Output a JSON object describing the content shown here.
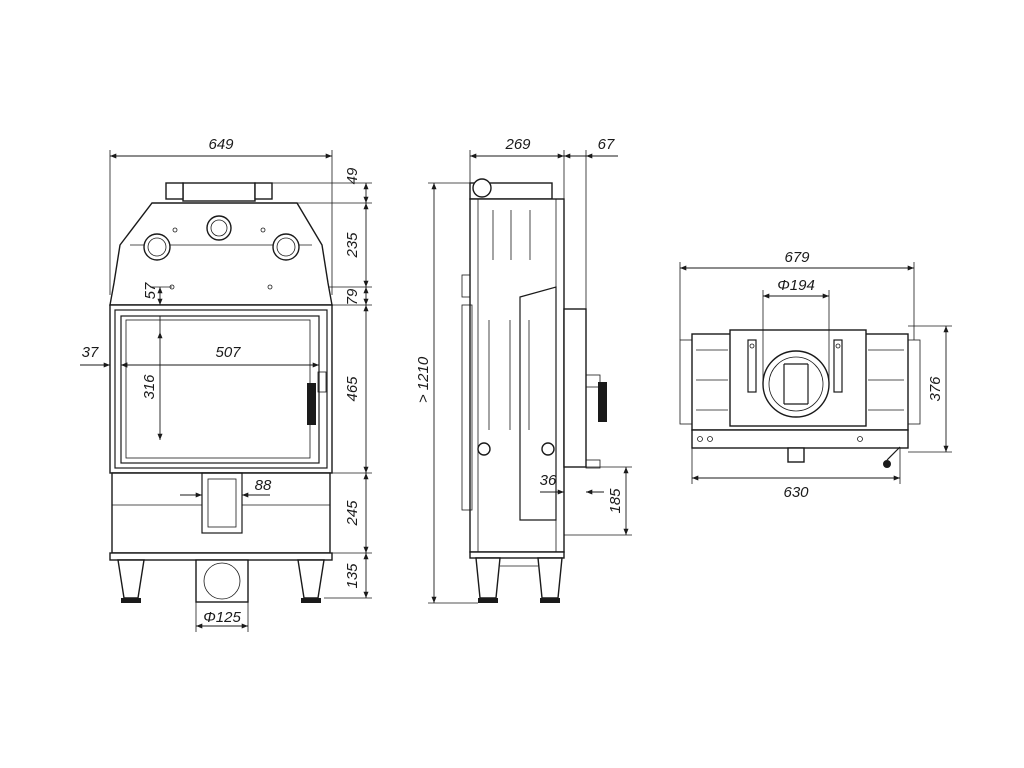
{
  "front_view": {
    "overall_width": "649",
    "top_collar": "49",
    "upper_section": "235",
    "gap": "79",
    "door_height": "465",
    "lower_section": "245",
    "legs": "135",
    "glass_top_offset": "57",
    "glass_left_offset": "37",
    "glass_width": "507",
    "glass_height": "316",
    "air_inlet_width": "88",
    "air_inlet_diameter": "Φ125"
  },
  "side_view": {
    "depth": "269",
    "handle_depth": "67",
    "overall_height": "> 1210",
    "handle_offset": "36",
    "handle_height": "185"
  },
  "top_view": {
    "overall_width": "679",
    "outlet_diameter": "Φ194",
    "depth": "376",
    "base_width": "630"
  }
}
